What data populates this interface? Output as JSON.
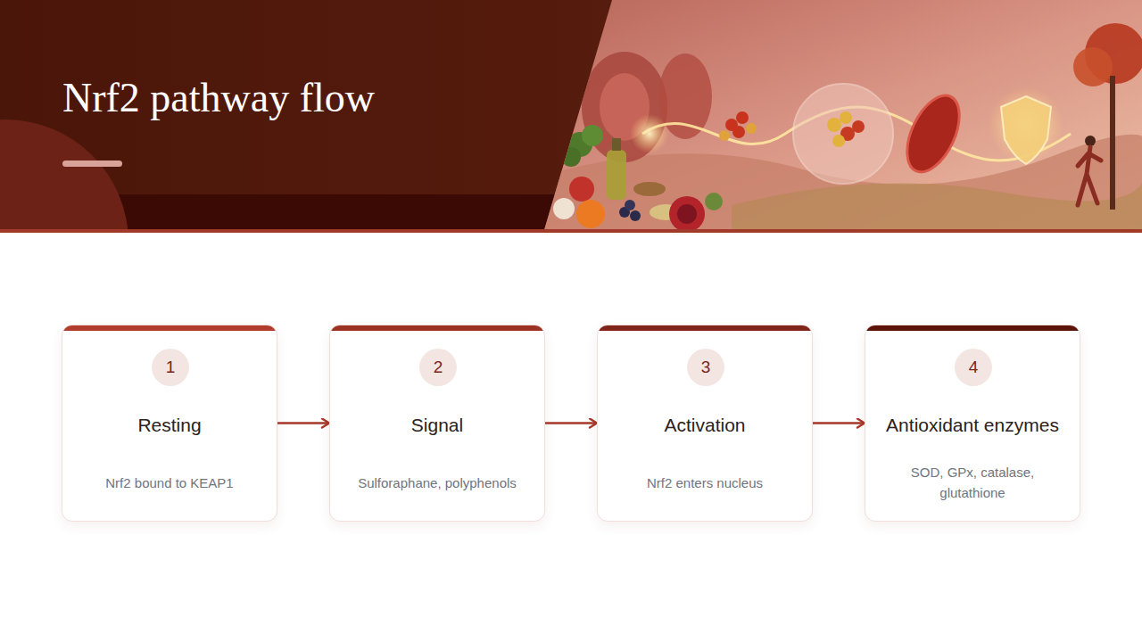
{
  "diagram": {
    "title": "Nrf2 pathway flow",
    "nodes": [
      {
        "text": [
          "Resting",
          "Nrf2 bound to KEAP1"
        ]
      },
      {
        "text": [
          "1"
        ],
        "in": 0
      },
      {
        "text": [
          "Signal",
          "Sulforaphane, polyphenols"
        ]
      },
      {
        "text": [
          "2"
        ],
        "in": 2
      },
      {
        "text": [
          "Activation",
          "Nrf2 enters nucleus"
        ]
      },
      {
        "text": [
          "3"
        ],
        "in": 4
      },
      {
        "text": [
          "Antioxidant enzymes",
          "SOD, GPx, catalase, glutathione"
        ]
      },
      {
        "text": [
          "4"
        ],
        "in": 6
      }
    ],
    "edges": [
      {
        "from": 0,
        "to": 2,
        "arrow": "to"
      },
      {
        "from": 2,
        "to": 4,
        "arrow": "to"
      },
      {
        "from": 4,
        "to": 6,
        "arrow": "to"
      }
    ]
  }
}
